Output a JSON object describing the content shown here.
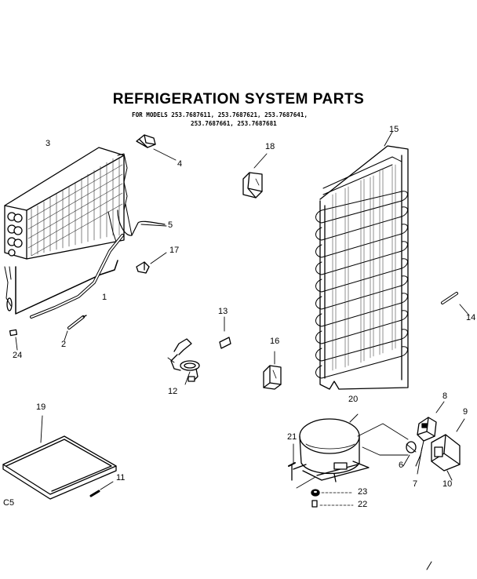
{
  "title": "REFRIGERATION SYSTEM PARTS",
  "models_line1": "FOR MODELS 253.7687611, 253.7687621, 253.7687641,",
  "models_line2": "253.7687661, 253.7687681",
  "corner_code": "C5",
  "part_numbers": {
    "p1": "1",
    "p2": "2",
    "p3": "3",
    "p4": "4",
    "p5": "5",
    "p6": "6",
    "p7": "7",
    "p8": "8",
    "p9": "9",
    "p10": "10",
    "p11": "11",
    "p12": "12",
    "p13": "13",
    "p14": "14",
    "p15": "15",
    "p16": "16",
    "p17": "17",
    "p18": "18",
    "p19": "19",
    "p20": "20",
    "p21": "21",
    "p22": "22",
    "p23": "23",
    "p24": "24"
  }
}
